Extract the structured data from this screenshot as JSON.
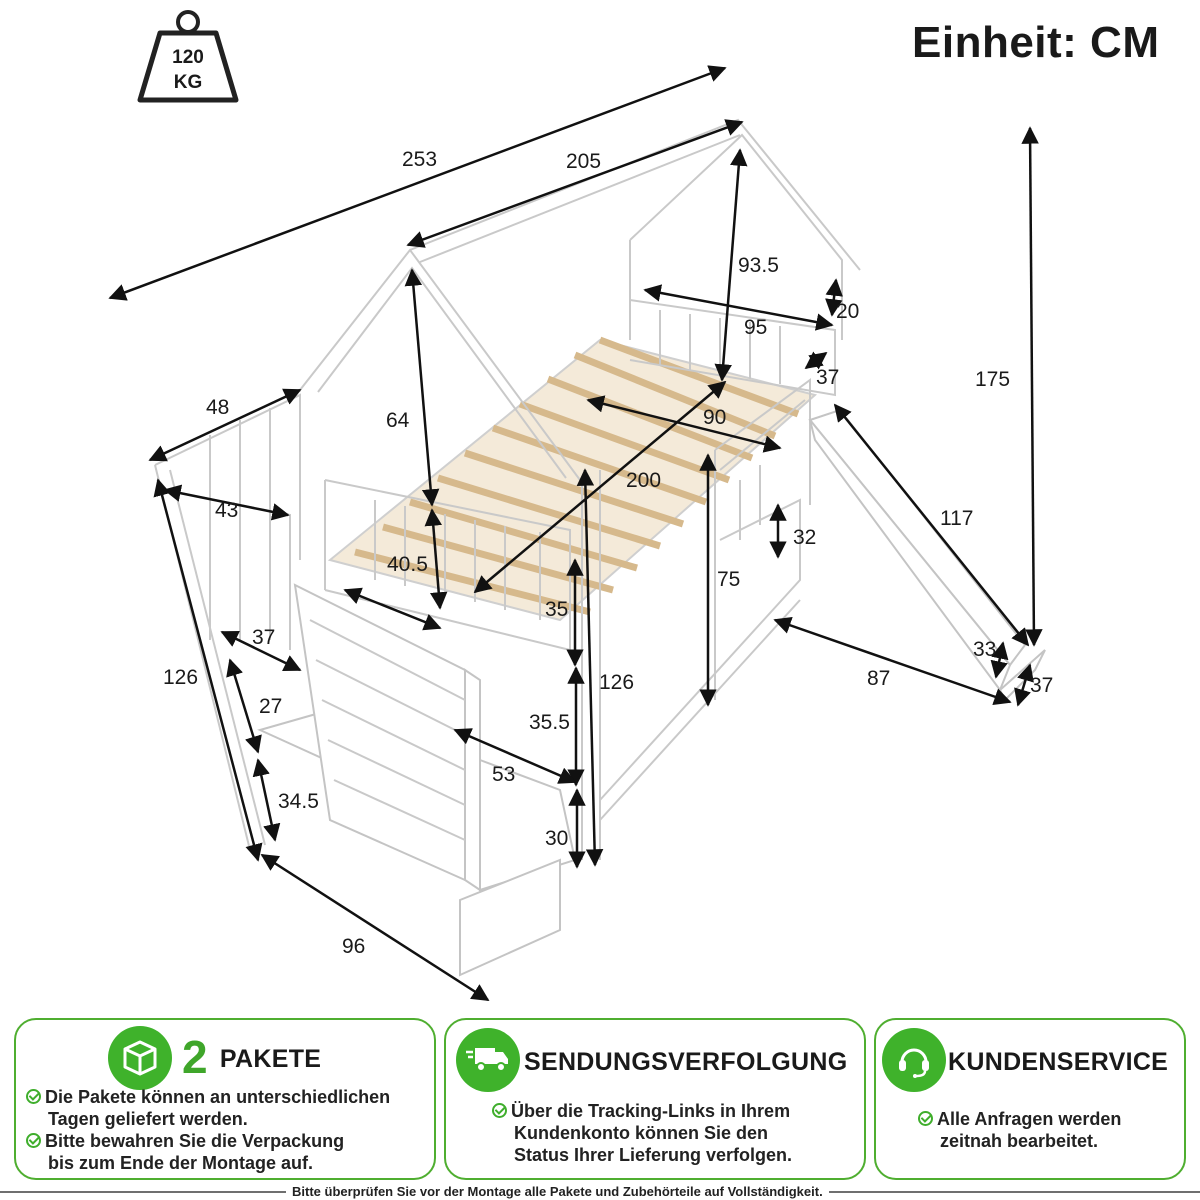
{
  "header": {
    "unit_label": "Einheit: CM"
  },
  "weight_icon": {
    "icon": "weight-icon",
    "value": "120",
    "unit": "KG"
  },
  "dimensions": {
    "overall_length": "253",
    "roof_length": "205",
    "roof_height": "93.5",
    "back_rail_width": "95",
    "back_rail_height": "20",
    "slide_gap": "37",
    "bed_width": "90",
    "total_height": "175",
    "top_depth": "48",
    "roof_post_height": "64",
    "stair_top_width": "43",
    "mattress_length": "200",
    "guard_height": "40.5",
    "side_rail_height": "32",
    "slide_length": "117",
    "under_clearance": "75",
    "front_rail_height": "35",
    "stair_step_width": "37",
    "left_post_height": "126",
    "right_post_height": "126",
    "slide_foot_depth": "87",
    "slide_edge_height": "33",
    "slide_foot_width": "37",
    "stair_step_height": "27",
    "shelf_height": "35.5",
    "shelf_depth": "53",
    "stair_bottom_height": "34.5",
    "drawer_height": "30",
    "stair_depth": "96"
  },
  "cards": {
    "packages": {
      "icon": "package-icon",
      "number": "2",
      "title": "PAKETE",
      "lines": [
        "Die Pakete können an unterschiedlichen",
        "Tagen geliefert werden.",
        "Bitte bewahren Sie die Verpackung",
        "bis zum Ende der Montage auf."
      ]
    },
    "tracking": {
      "icon": "delivery-truck-icon",
      "title": "SENDUNGSVERFOLGUNG",
      "lines": [
        "Über die Tracking-Links in Ihrem",
        "Kundenkonto können Sie den",
        "Status Ihrer Lieferung verfolgen."
      ]
    },
    "service": {
      "icon": "headset-icon",
      "title": "KUNDENSERVICE",
      "lines": [
        "Alle Anfragen werden",
        "zeitnah bearbeitet."
      ]
    }
  },
  "footer": {
    "note": "Bitte überprüfen Sie vor der Montage alle Pakete und Zubehörteile auf Vollständigkeit."
  },
  "colors": {
    "accent_green": "#3fb22b",
    "slat_wood": "#d6b98c",
    "frame_white": "#ffffff"
  }
}
